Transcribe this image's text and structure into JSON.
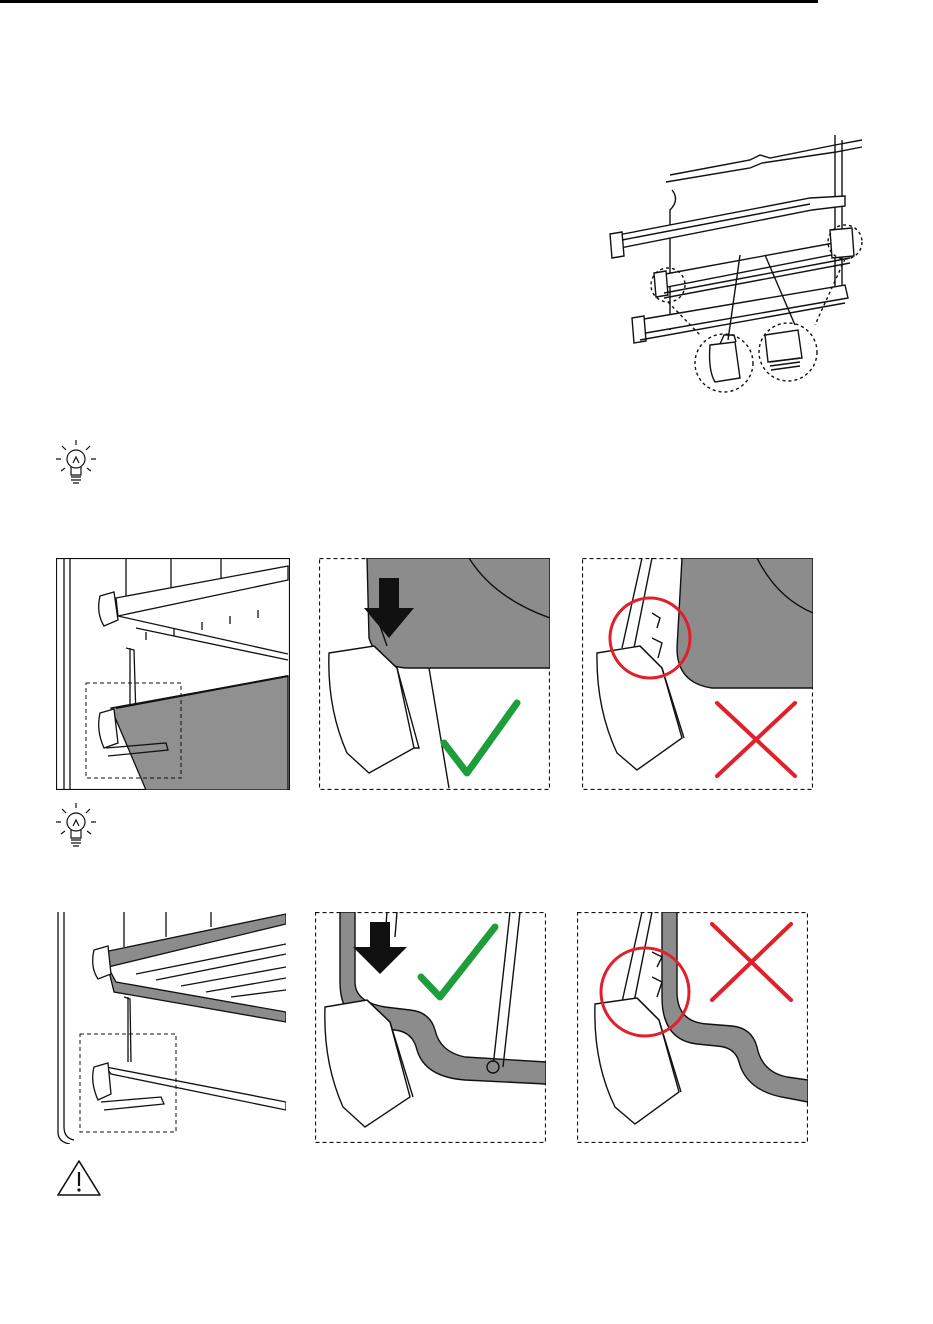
{
  "page": {
    "background": "#ffffff",
    "rule_color": "#000000"
  },
  "colors": {
    "check": "#1e9e3a",
    "cross": "#e0202a",
    "tray_fill": "#8c8c8c",
    "line": "#111111"
  },
  "icons": {
    "hint_1": "lightbulb-icon",
    "hint_2": "lightbulb-icon",
    "warning": "warning-triangle-icon"
  },
  "figures": {
    "row_1": [
      "oven-shelf-with-tray",
      "tray-correctly-placed-check",
      "tray-incorrectly-placed-cross"
    ],
    "row_2": [
      "oven-shelf-with-grill",
      "grill-correctly-placed-check",
      "grill-incorrectly-placed-cross"
    ]
  }
}
